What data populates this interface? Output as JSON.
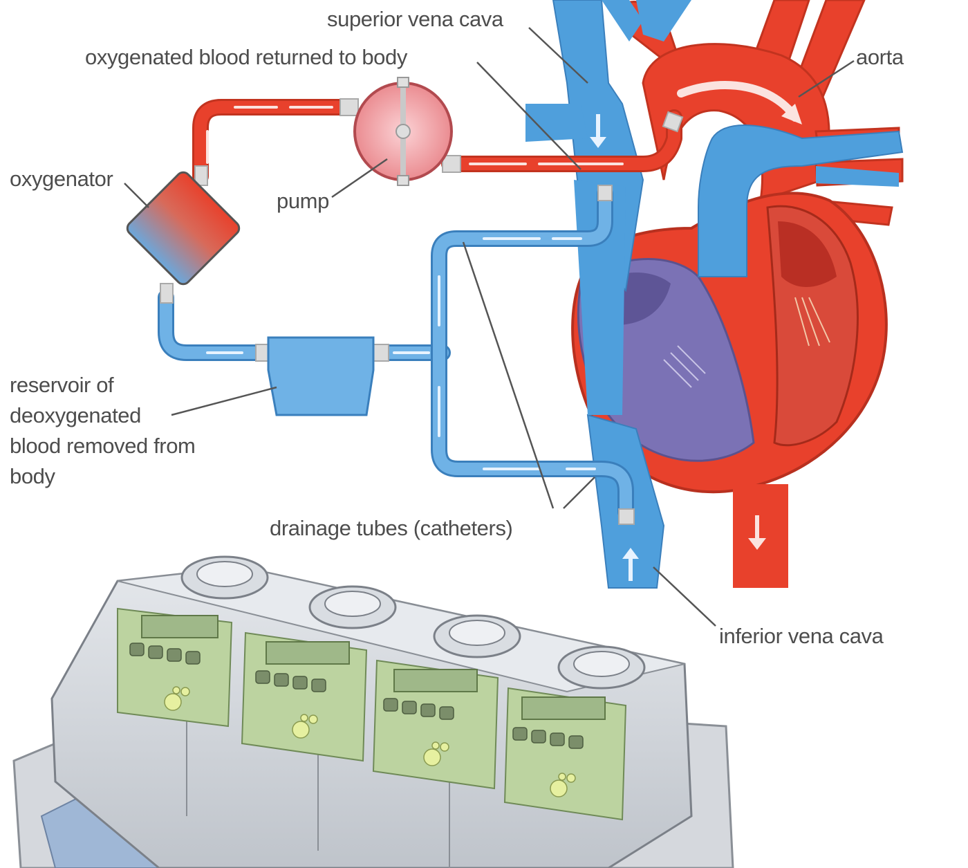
{
  "labels": {
    "superior_vena_cava": "superior vena cava",
    "oxygenated_return": "oxygenated blood returned to body",
    "aorta": "aorta",
    "oxygenator": "oxygenator",
    "pump": "pump",
    "reservoir": "reservoir of deoxygenated blood removed from body",
    "drainage_tubes": "drainage tubes (catheters)",
    "inferior_vena_cava": "inferior vena cava"
  },
  "colors": {
    "arterial_red": "#e8412c",
    "venous_blue": "#4f9fdc",
    "heart_interior": "#7b72b5",
    "machine_gray": "#cfd3d9",
    "panel_green": "#bcd3a0"
  },
  "icons": {
    "flow_arrow": "flow-direction-arrow",
    "machine_knob": "dial-knob-icon",
    "machine_button": "panel-button-icon"
  }
}
